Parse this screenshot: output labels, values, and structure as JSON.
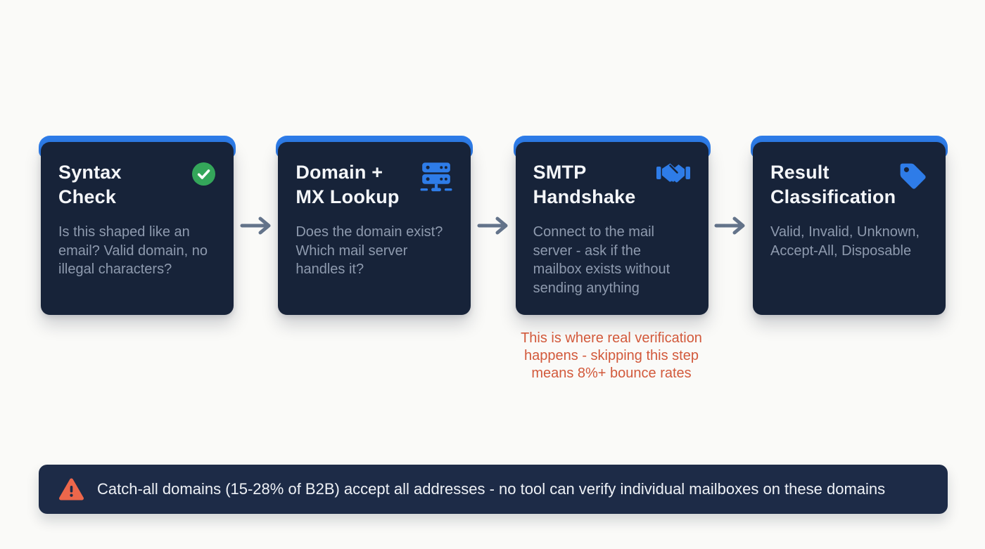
{
  "colors": {
    "accent_blue": "#2e7ce8",
    "card_bg": "#172339",
    "banner_bg": "#1d2b47",
    "title_text": "#f4f6f9",
    "body_text": "#8e9aae",
    "success_green": "#34a65a",
    "warning_orange": "#ed674b",
    "annotation_orange": "#d2593b",
    "arrow_gray": "#64748b",
    "page_bg": "#fafaf8"
  },
  "steps": [
    {
      "title": "Syntax\nCheck",
      "description": "Is this shaped like an email? Valid domain, no illegal characters?",
      "icon": "check-circle-icon"
    },
    {
      "title": "Domain +\nMX Lookup",
      "description": "Does the domain exist? Which mail server handles it?",
      "icon": "server-icon"
    },
    {
      "title": "SMTP\nHandshake",
      "description": "Connect to the mail server - ask if the mailbox exists without sending anything",
      "icon": "handshake-icon"
    },
    {
      "title": "Result\nClassification",
      "description": "Valid, Invalid, Unknown, Accept-All, Disposable",
      "icon": "tag-icon"
    }
  ],
  "annotation": {
    "text": "This is where real verification happens - skipping this step means 8%+ bounce rates"
  },
  "banner": {
    "icon": "warning-icon",
    "text": "Catch-all domains (15-28% of B2B) accept all addresses - no tool can verify individual mailboxes on these domains"
  }
}
